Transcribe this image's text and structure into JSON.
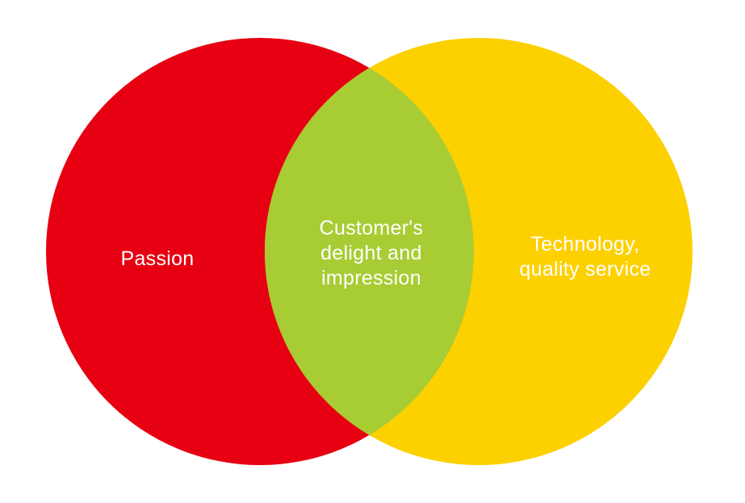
{
  "diagram": {
    "type": "venn",
    "sets": [
      {
        "label": "Passion",
        "color": "#e60012"
      },
      {
        "label": "Technology, quality service",
        "color": "#fdd000"
      }
    ],
    "intersection": {
      "lines": [
        "Customer's",
        "delight and",
        "impression"
      ],
      "color": "#a8cc34"
    },
    "right_lines": [
      "Technology,",
      "quality service"
    ],
    "text_color": "#ffffff"
  }
}
